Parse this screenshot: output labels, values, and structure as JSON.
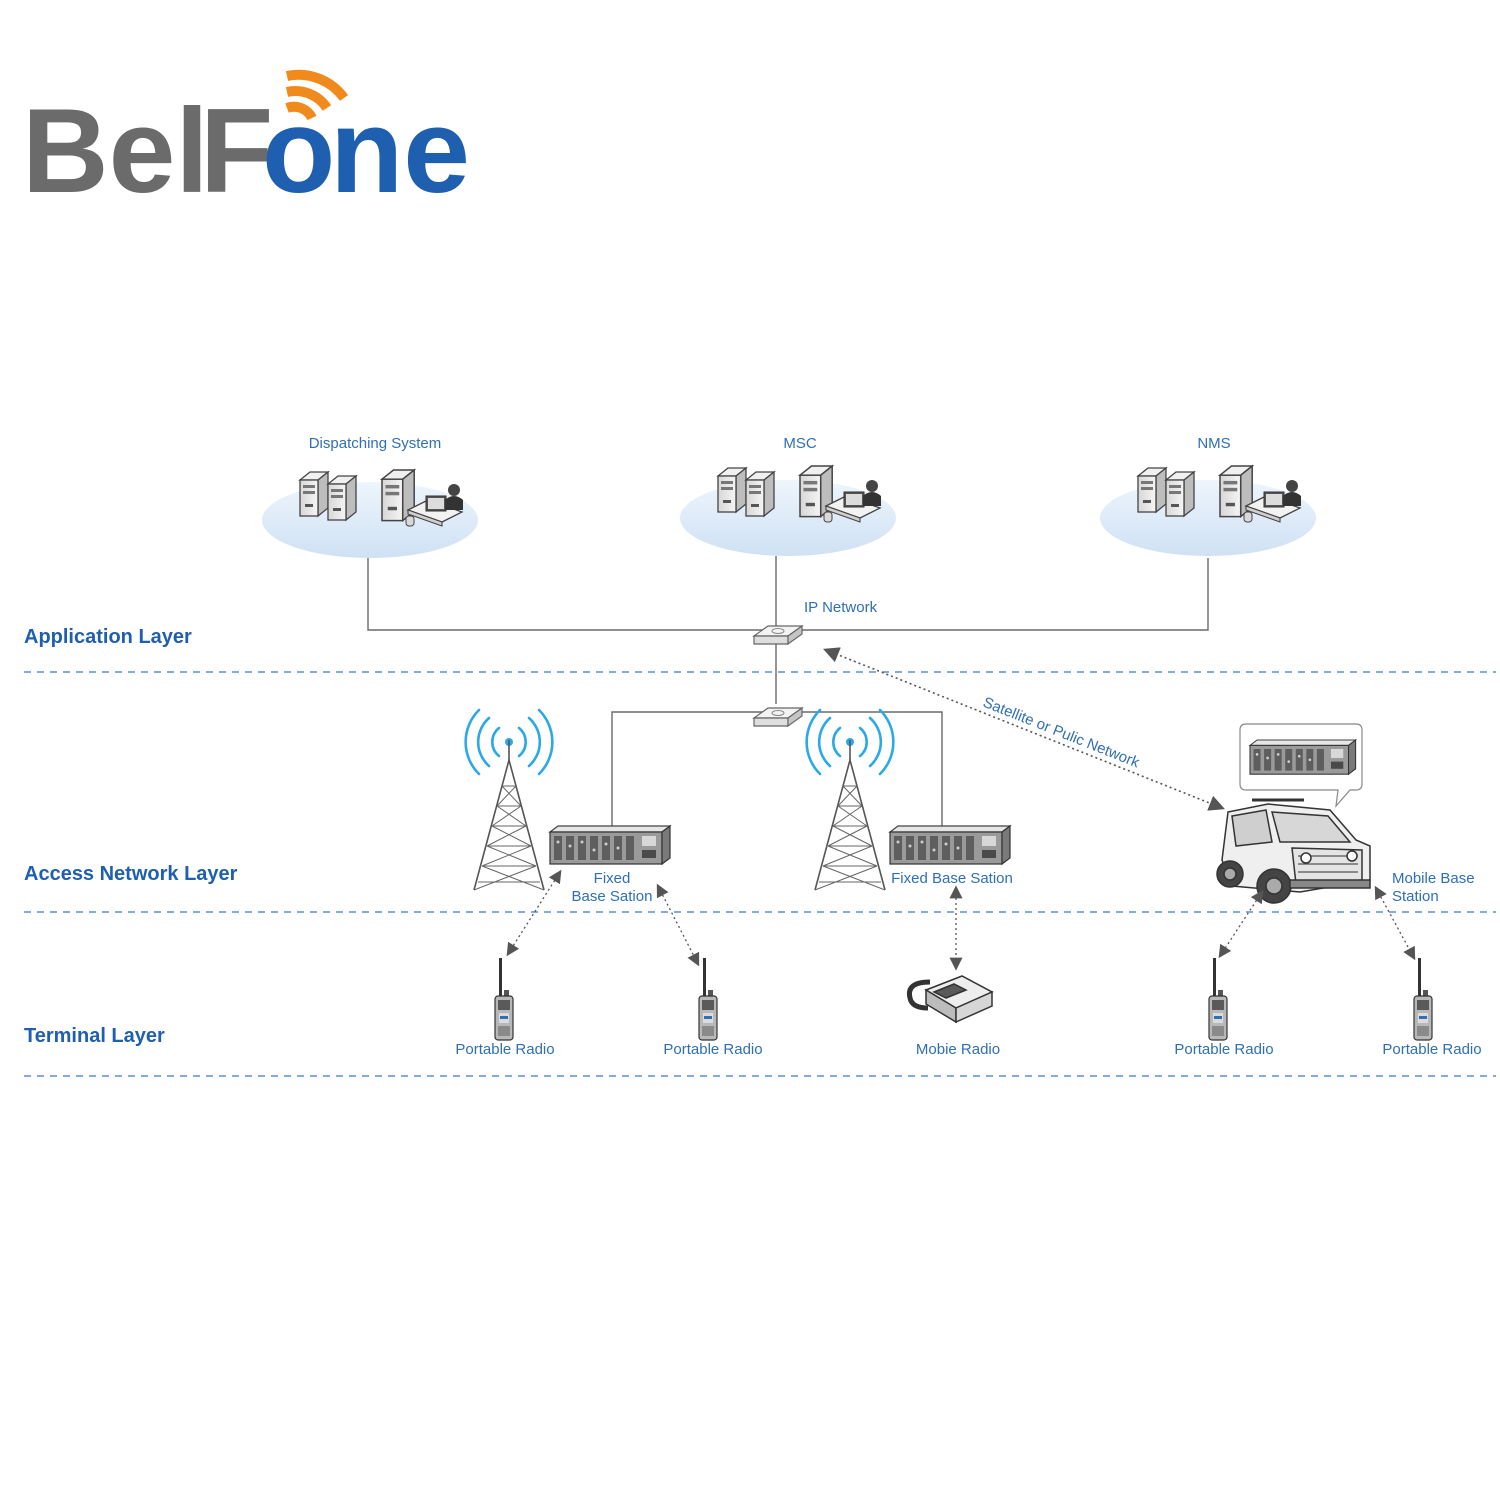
{
  "logo": {
    "text_part1": "Bel",
    "text_part2": "F",
    "text_part3": "o",
    "text_part4": "ne",
    "colors": {
      "gray": "#6b6b6b",
      "blue": "#1f5fb0",
      "orange": "#f08a1c"
    }
  },
  "layers": {
    "application": "Application Layer",
    "access": "Access Network Layer",
    "terminal": "Terminal Layer"
  },
  "nodes": {
    "dispatching": "Dispatching System",
    "msc": "MSC",
    "nms": "NMS",
    "ip_network": "IP Network",
    "satellite": "Satellite or Pulic Network",
    "fixed_bs_1_line1": "Fixed",
    "fixed_bs_1_line2": "Base Sation",
    "fixed_bs_2": "Fixed Base Sation",
    "mobile_bs_line1": "Mobile Base",
    "mobile_bs_line2": "Station"
  },
  "terminals": [
    "Portable Radio",
    "Portable Radio",
    "Mobie Radio",
    "Portable Radio",
    "Portable Radio"
  ],
  "colors": {
    "label_blue": "#2f6fb5",
    "layer_blue": "#1f5fb0",
    "dashed_line": "#5b8fd0",
    "cloud": "#dce9f7",
    "line": "#6a6a6a"
  }
}
